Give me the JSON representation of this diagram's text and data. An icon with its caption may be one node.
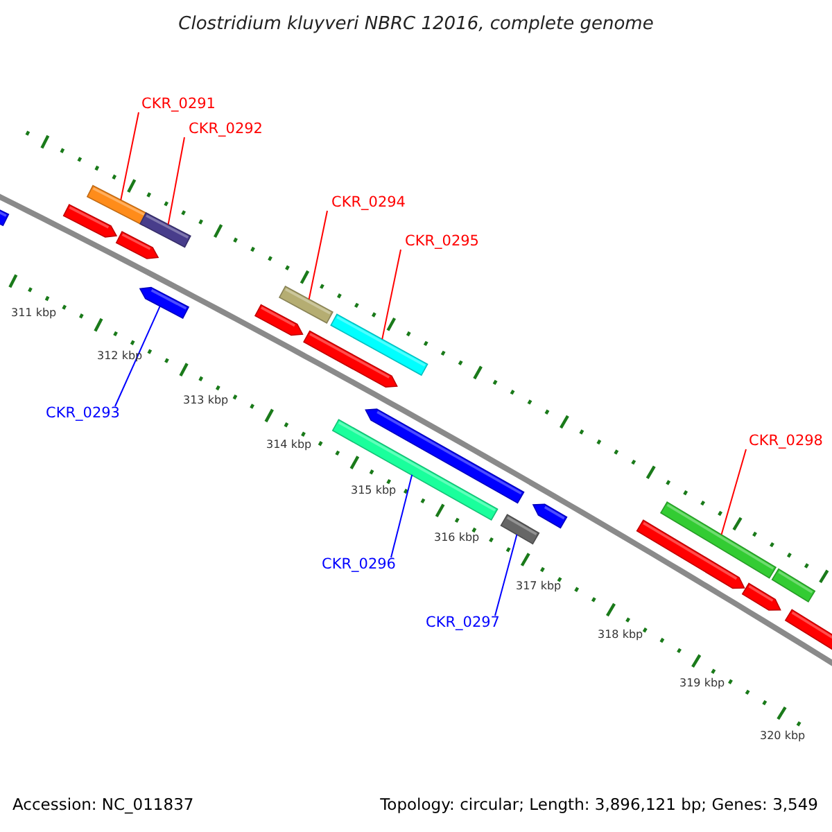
{
  "diagram": {
    "title": "Clostridium kluyveri NBRC 12016, complete genome",
    "nodes": [
      {
        "text": [
          "CKR_0291"
        ]
      },
      {
        "text": [
          "CKR_0292"
        ]
      },
      {
        "text": [
          "CKR_0294"
        ]
      },
      {
        "text": [
          "CKR_0295"
        ]
      },
      {
        "text": [
          "CKR_0293"
        ]
      },
      {
        "text": [
          "CKR_0296"
        ]
      },
      {
        "text": [
          "CKR_0297"
        ]
      },
      {
        "text": [
          "CKR_0298"
        ]
      },
      {
        "text": [],
        "shape": "arrow"
      },
      {
        "text": [],
        "shape": "arrow"
      },
      {
        "text": [],
        "shape": "bar"
      },
      {
        "text": [],
        "shape": "arrow"
      },
      {
        "text": [],
        "shape": "bar"
      },
      {
        "text": [],
        "shape": "arrow"
      },
      {
        "text": [],
        "shape": "arrow"
      },
      {
        "text": [],
        "shape": "bar"
      },
      {
        "text": [],
        "shape": "arrow"
      },
      {
        "text": [],
        "shape": "bar"
      },
      {
        "text": [],
        "shape": "bar"
      },
      {
        "text": [],
        "shape": "arrow"
      },
      {
        "text": [],
        "shape": "bar"
      },
      {
        "text": [],
        "shape": "arrow"
      },
      {
        "text": [],
        "shape": "arrow"
      },
      {
        "text": [],
        "shape": "bar"
      },
      {
        "text": [],
        "shape": "arrow"
      },
      {
        "text": [],
        "shape": "bar"
      },
      {
        "text": [],
        "shape": "arrow"
      }
    ],
    "edges": [
      {
        "from": 0,
        "to": 10,
        "arrow": "none"
      },
      {
        "from": 1,
        "to": 12,
        "arrow": "none"
      },
      {
        "from": 2,
        "to": 15,
        "arrow": "none"
      },
      {
        "from": 3,
        "to": 17,
        "arrow": "none"
      },
      {
        "from": 4,
        "to": 13,
        "arrow": "none",
        "color": "#0000ff"
      },
      {
        "from": 5,
        "to": 18,
        "arrow": "none",
        "color": "#0000ff"
      },
      {
        "from": 6,
        "to": 20,
        "arrow": "none",
        "color": "#0000ff"
      },
      {
        "from": 7,
        "to": 23,
        "arrow": "none"
      }
    ],
    "labels": [
      "311 kbp",
      "312 kbp",
      "313 kbp",
      "314 kbp",
      "315 kbp",
      "316 kbp",
      "317 kbp",
      "318 kbp",
      "319 kbp",
      "320 kbp",
      "Accession: NC_011837",
      "Topology: circular; Length: 3,896,121 bp; Genes: 3,549"
    ]
  }
}
